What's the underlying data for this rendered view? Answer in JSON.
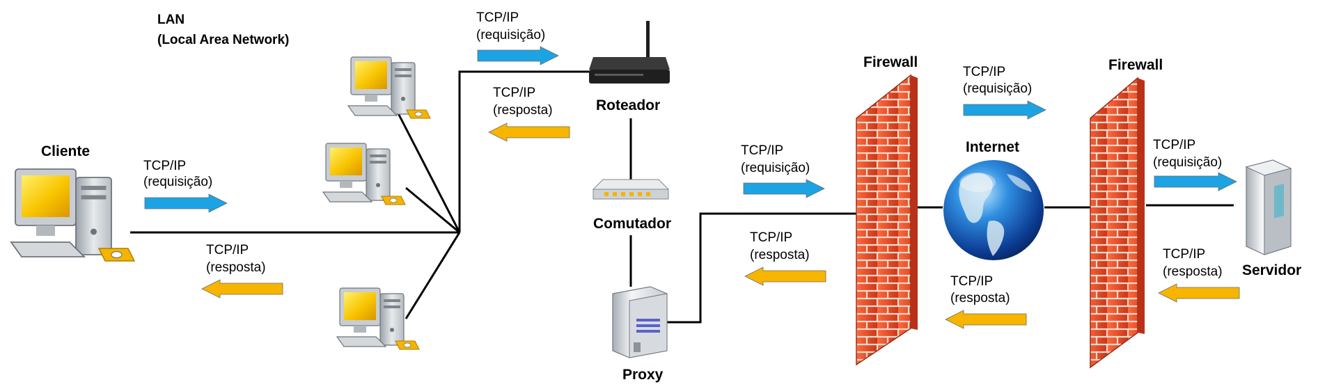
{
  "lan": {
    "title": "LAN",
    "subtitle": "(Local Area Network)"
  },
  "nodes": {
    "client": "Cliente",
    "router": "Roteador",
    "switch": "Comutador",
    "proxy": "Proxy",
    "firewall_left": "Firewall",
    "internet": "Internet",
    "firewall_right": "Firewall",
    "server": "Servidor"
  },
  "labels": {
    "client_req": {
      "protocol": "TCP/IP",
      "type": "(requisição)"
    },
    "client_res": {
      "protocol": "TCP/IP",
      "type": "(resposta)"
    },
    "router_req": {
      "protocol": "TCP/IP",
      "type": "(requisição)"
    },
    "router_res": {
      "protocol": "TCP/IP",
      "type": "(resposta)"
    },
    "proxy_req": {
      "protocol": "TCP/IP",
      "type": "(requisição)"
    },
    "proxy_res": {
      "protocol": "TCP/IP",
      "type": "(resposta)"
    },
    "internet_req": {
      "protocol": "TCP/IP",
      "type": "(requisição)"
    },
    "internet_res": {
      "protocol": "TCP/IP",
      "type": "(resposta)"
    },
    "server_req": {
      "protocol": "TCP/IP",
      "type": "(requisição)"
    },
    "server_res": {
      "protocol": "TCP/IP",
      "type": "(resposta)"
    }
  },
  "colors": {
    "request_arrow": "#1ca3e4",
    "response_arrow": "#f7b500",
    "brick": "#e8502a",
    "line": "#000000"
  },
  "icons": {
    "client": "desktop-computer-icon",
    "lan_pc": "desktop-computer-icon",
    "router": "wireless-router-icon",
    "switch": "network-switch-icon",
    "proxy": "server-tower-icon",
    "firewall": "brick-wall-icon",
    "internet": "globe-icon",
    "server": "server-tower-icon"
  }
}
